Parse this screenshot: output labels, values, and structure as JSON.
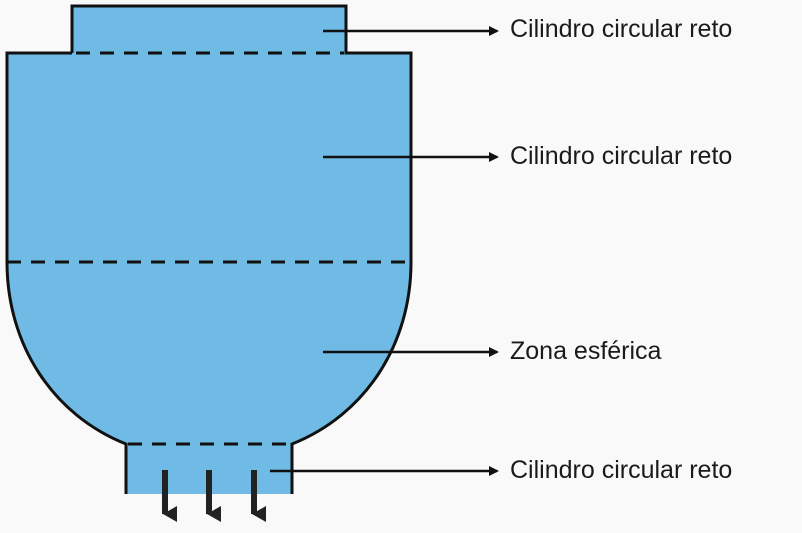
{
  "colors": {
    "fill": "#6fbbe6",
    "stroke": "#111111",
    "background": "#f9f9f9"
  },
  "labels": [
    "Cilindro circular reto",
    "Cilindro circular reto",
    "Zona esférica",
    "Cilindro circular reto"
  ]
}
